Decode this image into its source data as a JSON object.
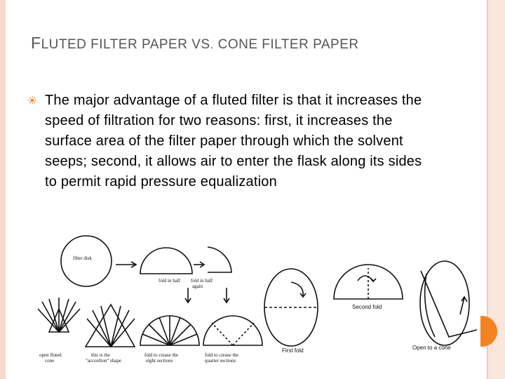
{
  "slide": {
    "title_first": "F",
    "title_rest": "LUTED FILTER PAPER VS",
    "title_dot": ".",
    "title_end": " CONE FILTER PAPER",
    "bullet_text": "The major advantage of a fluted filter is that it increases the speed of filtration for two reasons: first, it increases the surface area of the filter paper through which the solvent seeps; second, it allows air to enter the flask along its sides to permit rapid pressure equalization"
  },
  "figure_labels": {
    "filter_disk": "filter disk",
    "fold_in_half": "fold in half",
    "fold_in_half_again_1": "fold in half",
    "fold_in_half_again_2": "again",
    "open_cone_1": "open fluted",
    "open_cone_2": "cone",
    "accordion_1": "this is the",
    "accordion_2": "\"accordion\" shape",
    "eighth_1": "fold to crease the",
    "eighth_2": "eight sections",
    "quarter_1": "fold to crease the",
    "quarter_2": "quarter sections",
    "first_fold": "First fold",
    "second_fold": "Second fold",
    "open_to_cone": "Open to a cone"
  },
  "colors": {
    "accent": "#f58220",
    "frame": "#f6d9cc",
    "title": "#555555"
  }
}
